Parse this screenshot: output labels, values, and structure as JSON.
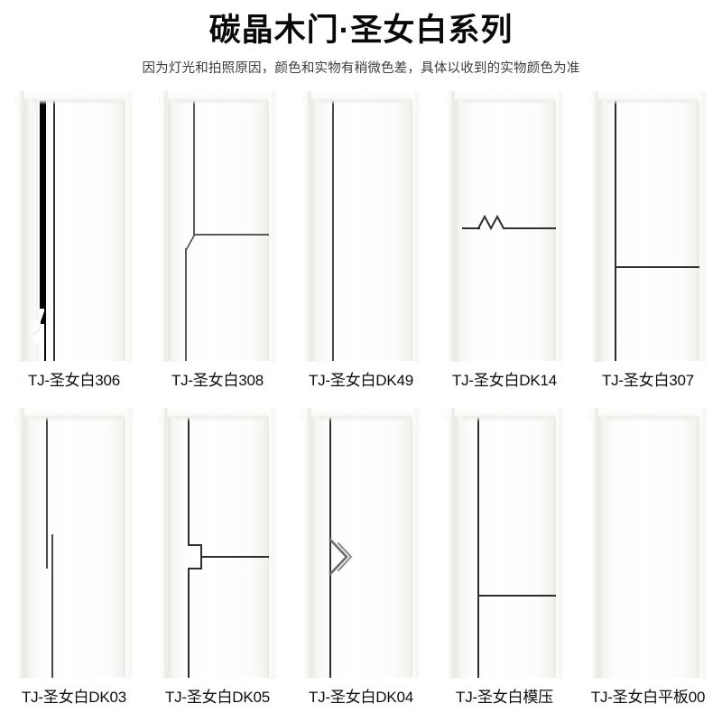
{
  "header": {
    "title": "碳晶木门·圣女白系列",
    "subtitle": "因为灯光和拍照原因，颜色和实物有稍微色差，具体以收到的实物颜色为准"
  },
  "colors": {
    "line_dark": "#2e2e2c",
    "line_black": "#050505",
    "slab_white": "#ffffff",
    "frame_shadow": "#e9e7e2",
    "text": "#0d0d0d"
  },
  "rows": [
    {
      "doors": [
        {
          "label": "TJ-圣女白306",
          "style": "black-band-taper"
        },
        {
          "label": "TJ-圣女白308",
          "style": "stepped-panel-offset"
        },
        {
          "label": "TJ-圣女白DK49",
          "style": "single-vertical-line"
        },
        {
          "label": "TJ-圣女白DK14",
          "style": "horizontal-zigzag"
        },
        {
          "label": "TJ-圣女白307",
          "style": "vertical-plus-horizontal"
        }
      ]
    },
    {
      "doors": [
        {
          "label": "TJ-圣女白DK03",
          "style": "two-short-verticals"
        },
        {
          "label": "TJ-圣女白DK05",
          "style": "bracket-tee"
        },
        {
          "label": "TJ-圣女白DK04",
          "style": "vertical-chevron"
        },
        {
          "label": "TJ-圣女白模压",
          "style": "vertical-plus-low-horizontal"
        },
        {
          "label": "TJ-圣女白平板00",
          "style": "flat-plain"
        }
      ]
    }
  ]
}
